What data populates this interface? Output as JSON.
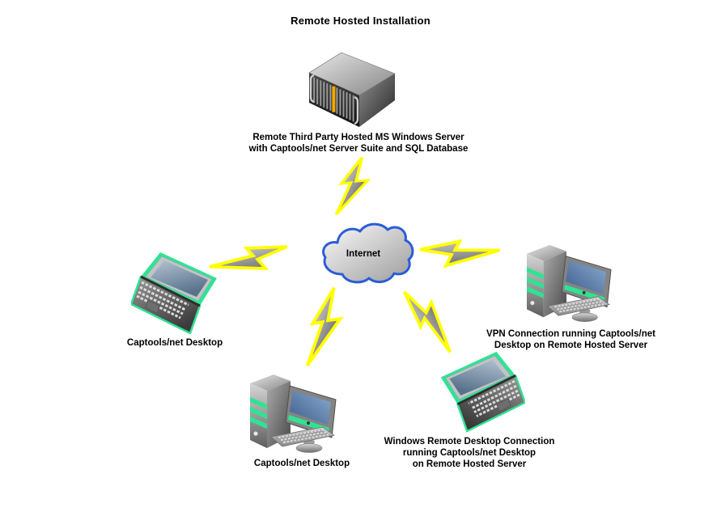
{
  "title": "Remote Hosted Installation",
  "colors": {
    "accent_green": "#2FE393",
    "bolt_yellow": "#FFFF00",
    "cloud_outline": "#2B5CD8",
    "orange_stripe": "#F5A800",
    "monitor_screen_blue": "#4C6FA5",
    "laptop_screen_blue": "#7D94AB",
    "text": "#000000"
  },
  "icons": {
    "server": "rack-server-icon",
    "internet": "cloud-icon",
    "laptop": "laptop-icon",
    "desktop": "desktop-computer-icon",
    "connection": "lightning-bolt-icon"
  },
  "diagram": {
    "server": {
      "label_line1": "Remote Third Party Hosted MS Windows Server",
      "label_line2": "with Captools/net Server Suite and SQL Database"
    },
    "internet": {
      "label": "Internet"
    },
    "laptop_left": {
      "label": "Captools/net Desktop"
    },
    "desktop_right": {
      "label_line1": "VPN Connection running Captools/net",
      "label_line2": "Desktop on Remote Hosted Server"
    },
    "desktop_bottom": {
      "label": "Captools/net Desktop"
    },
    "laptop_bottom_right": {
      "label_line1": "Windows Remote Desktop Connection",
      "label_line2": "running Captools/net Desktop",
      "label_line3": "on Remote Hosted Server"
    }
  }
}
